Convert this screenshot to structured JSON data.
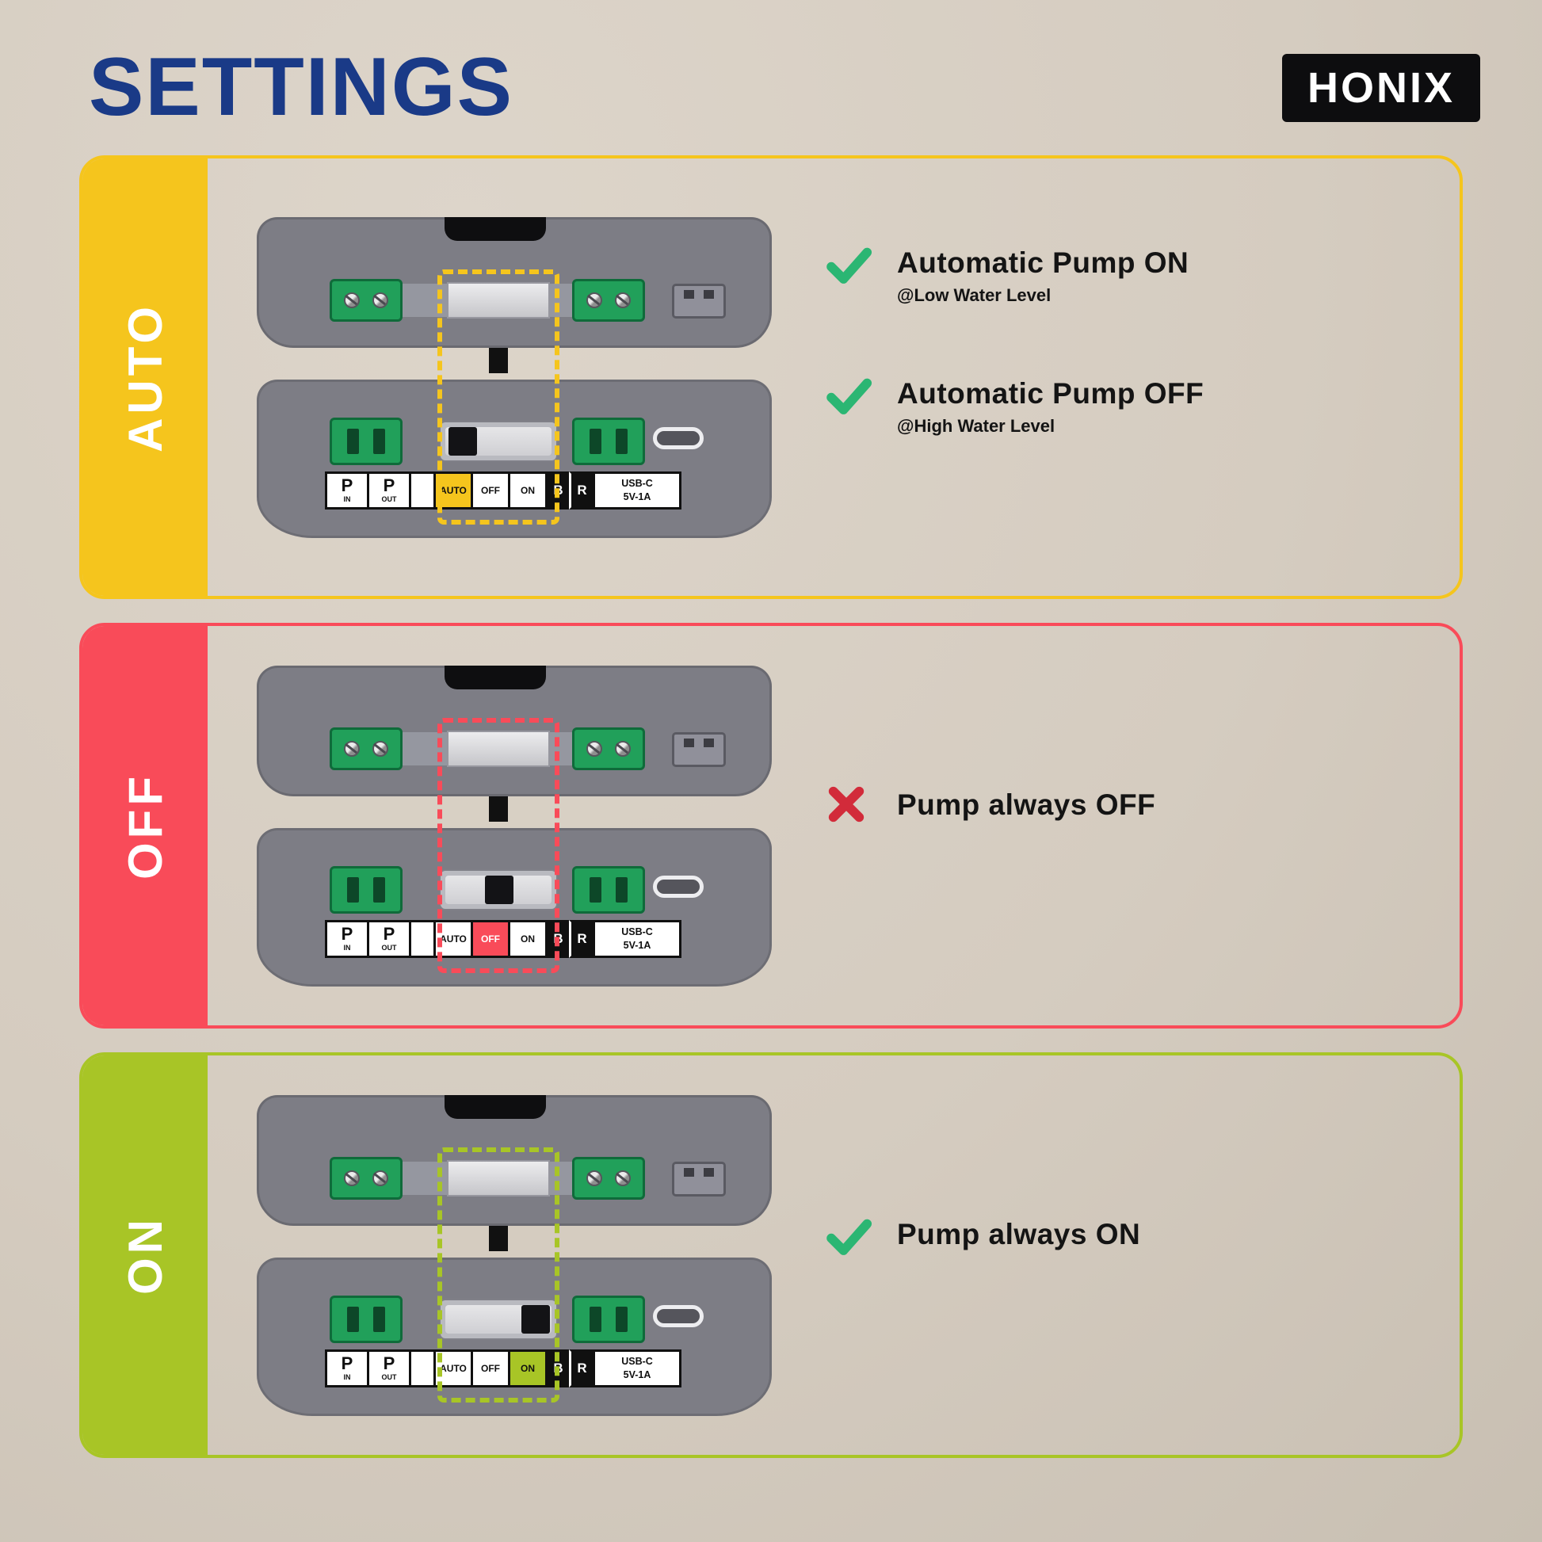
{
  "header": {
    "title": "SETTINGS",
    "brand": "HONIX"
  },
  "device": {
    "labels": {
      "p": "P",
      "in": "IN",
      "out": "OUT",
      "auto": "AUTO",
      "off": "OFF",
      "on": "ON",
      "b": "B",
      "r": "R",
      "usbc1": "USB-C",
      "usbc2": "5V-1A"
    }
  },
  "panels": [
    {
      "id": "auto",
      "label": "AUTO",
      "color": "#F5C51D",
      "switch_position": "AUTO",
      "notes": [
        {
          "icon": "check",
          "title": "Automatic Pump ON",
          "subtitle": "@Low Water Level"
        },
        {
          "icon": "check",
          "title": "Automatic Pump OFF",
          "subtitle": "@High Water Level"
        }
      ]
    },
    {
      "id": "off",
      "label": "OFF",
      "color": "#F94B59",
      "switch_position": "OFF",
      "notes": [
        {
          "icon": "cross",
          "title": "Pump always OFF"
        }
      ]
    },
    {
      "id": "on",
      "label": "ON",
      "color": "#A8C526",
      "switch_position": "ON",
      "notes": [
        {
          "icon": "check",
          "title": "Pump always ON"
        }
      ]
    }
  ],
  "colors": {
    "background": "#D5CCC0",
    "title_text": "#1A3A87",
    "brand_bg": "#0D0D0F",
    "check": "#2BB673",
    "cross": "#D22B3A",
    "panel_auto": "#F5C51D",
    "panel_off": "#F94B59",
    "panel_on": "#A8C526",
    "terminal_green": "#21A05A",
    "device_gray": "#7D7D85"
  }
}
